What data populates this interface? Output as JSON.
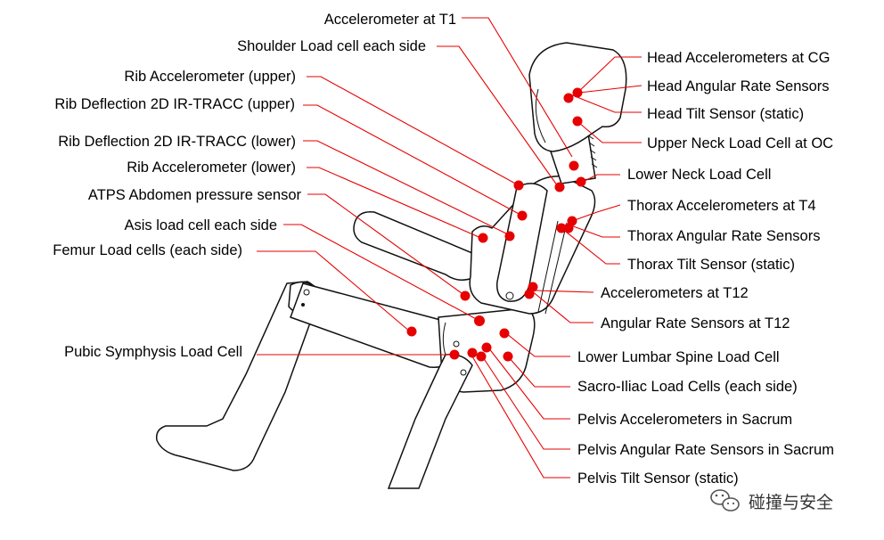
{
  "labels": {
    "accel_t1": "Accelerometer at T1",
    "shoulder_load": "Shoulder Load cell each side",
    "rib_accel_upper": "Rib Accelerometer (upper)",
    "rib_defl_upper": "Rib Deflection 2D IR-TRACC (upper)",
    "rib_defl_lower": "Rib Deflection 2D IR-TRACC (lower)",
    "rib_accel_lower": "Rib Accelerometer (lower)",
    "atps": "ATPS Abdomen pressure sensor",
    "asis": "Asis load cell each side",
    "femur": "Femur Load cells (each side)",
    "pubic": "Pubic Symphysis Load Cell",
    "head_accel": "Head Accelerometers at CG",
    "head_angular": "Head Angular Rate Sensors",
    "head_tilt": "Head Tilt Sensor (static)",
    "upper_neck": "Upper Neck Load Cell at OC",
    "lower_neck": "Lower Neck Load Cell",
    "thorax_accel": "Thorax Accelerometers at T4",
    "thorax_angular": "Thorax Angular Rate Sensors",
    "thorax_tilt": "Thorax Tilt Sensor (static)",
    "accel_t12": "Accelerometers at T12",
    "angular_t12": "Angular Rate Sensors at T12",
    "lumbar": "Lower Lumbar Spine Load Cell",
    "sacro": "Sacro-Iliac Load Cells (each side)",
    "pelvis_accel": "Pelvis Accelerometers in Sacrum",
    "pelvis_angular": "Pelvis Angular Rate Sensors in Sacrum",
    "pelvis_tilt": "Pelvis Tilt Sensor (static)"
  },
  "watermark": {
    "icon": "wechat-icon",
    "text": "碰撞与安全"
  },
  "colors": {
    "marker": "#e60000",
    "outline": "#111111",
    "text": "#000000"
  }
}
